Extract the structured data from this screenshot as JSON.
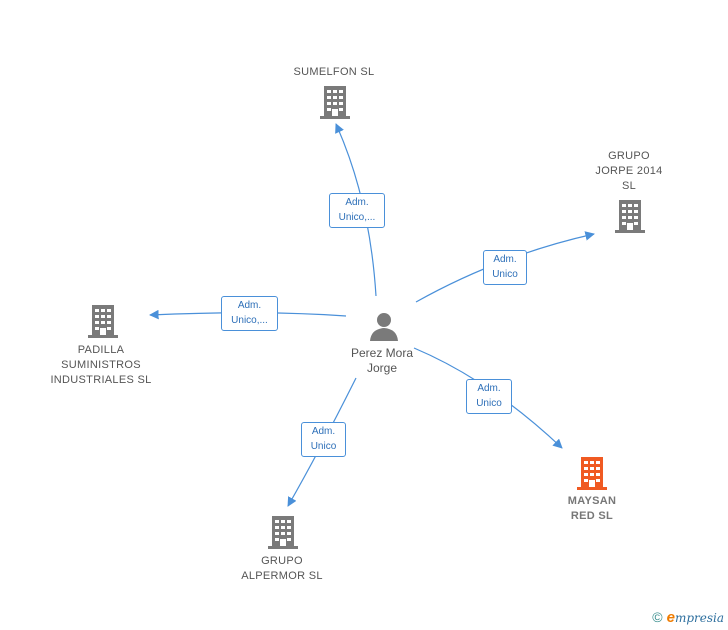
{
  "colors": {
    "edge": "#4a90d9",
    "building": "#7a7a7a",
    "building_highlight": "#f05a22",
    "person": "#7a7a7a"
  },
  "center": {
    "name": "Perez Mora\nJorge",
    "icon": "person-icon"
  },
  "companies": [
    {
      "id": "sumelfon",
      "name": "SUMELFON  SL",
      "icon": "building-icon",
      "highlight": false
    },
    {
      "id": "grupo-jorpe",
      "name": "GRUPO\nJORPE 2014\nSL",
      "icon": "building-icon",
      "highlight": false
    },
    {
      "id": "padilla",
      "name": "PADILLA\nSUMINISTROS\nINDUSTRIALES SL",
      "icon": "building-icon",
      "highlight": false
    },
    {
      "id": "maysan",
      "name": "MAYSAN\nRED  SL",
      "icon": "building-icon",
      "highlight": true
    },
    {
      "id": "alpermor",
      "name": "GRUPO\nALPERMOR SL",
      "icon": "building-icon",
      "highlight": false
    }
  ],
  "relations": [
    {
      "target": "sumelfon",
      "label": "Adm.\nUnico,..."
    },
    {
      "target": "grupo-jorpe",
      "label": "Adm.\nUnico"
    },
    {
      "target": "padilla",
      "label": "Adm.\nUnico,..."
    },
    {
      "target": "maysan",
      "label": "Adm.\nUnico"
    },
    {
      "target": "alpermor",
      "label": "Adm.\nUnico"
    }
  ],
  "brand": {
    "copyright": "©",
    "first_letter": "e",
    "rest": "mpresia"
  }
}
